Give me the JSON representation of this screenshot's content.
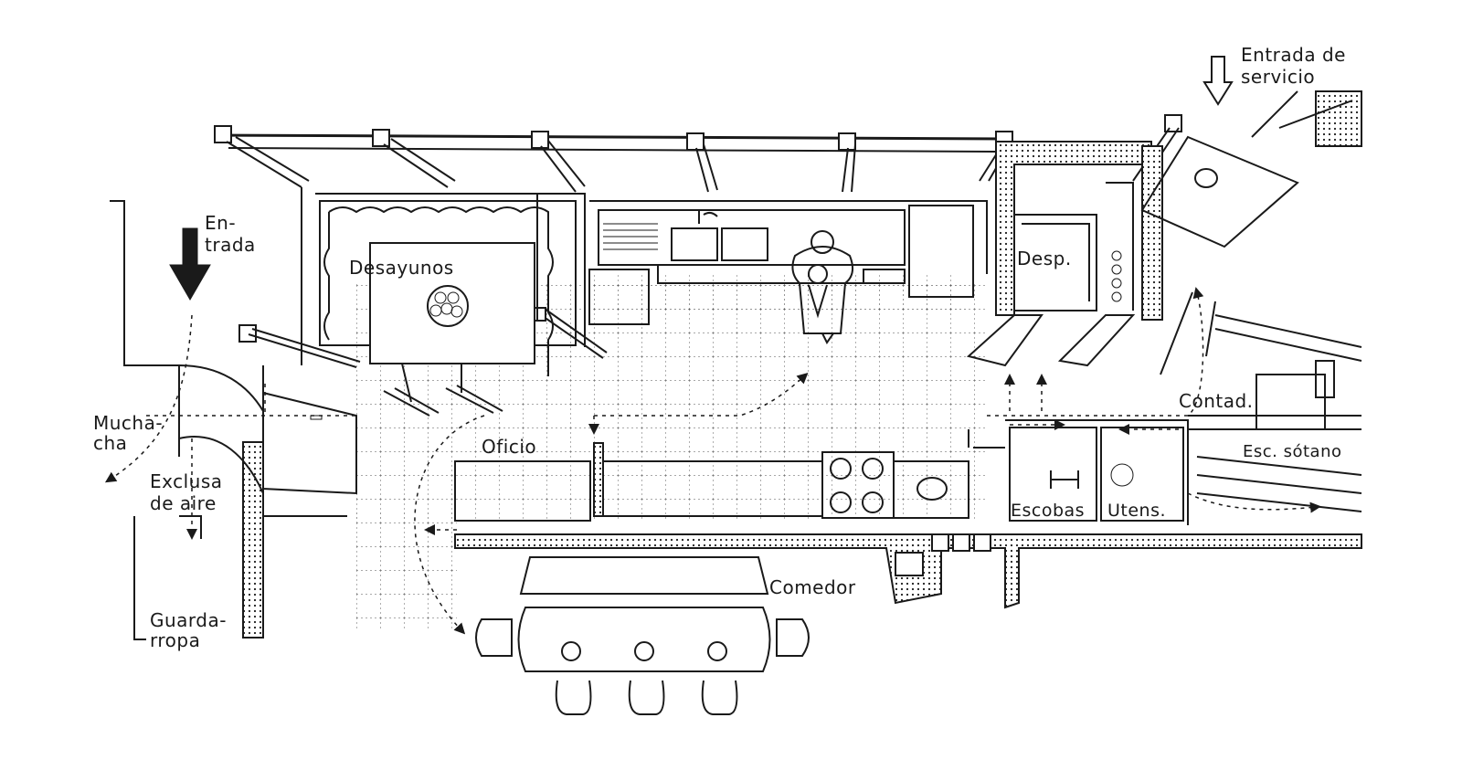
{
  "labels": {
    "entrada": "En-\ntrada",
    "desayunos": "Desayunos",
    "desp": "Desp.",
    "entrada_servicio": "Entrada de\nservicio",
    "muchacha": "Mucha-\ncha",
    "exclusa": "Exclusa\nde aire",
    "oficio": "Oficio",
    "contad": "Contad.",
    "esc_sotano": "Esc. sótano",
    "escobas": "Escobas",
    "utens": "Utens.",
    "comedor": "Comedor",
    "guardarropa": "Guarda-\nrropa"
  },
  "colors": {
    "ink": "#1a1a1a",
    "paper": "#ffffff"
  }
}
